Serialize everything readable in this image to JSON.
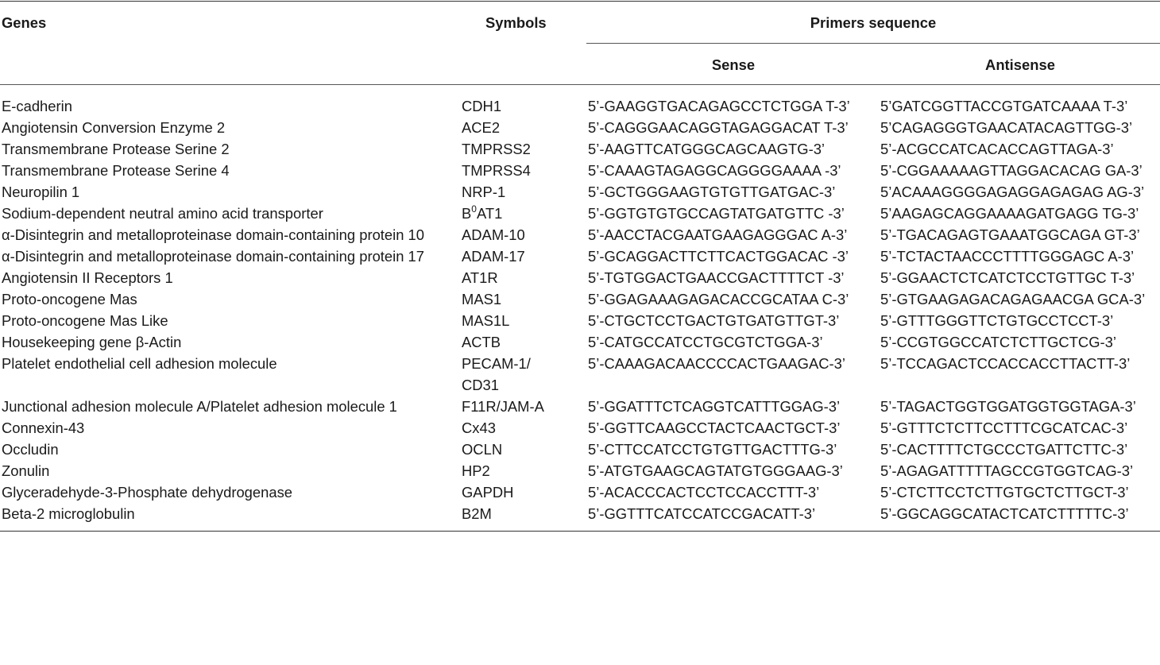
{
  "table": {
    "headers": {
      "genes": "Genes",
      "symbols": "Symbols",
      "primers": "Primers sequence",
      "sense": "Sense",
      "antisense": "Antisense"
    },
    "rows": [
      {
        "gene": "E-cadherin",
        "symbol": "CDH1",
        "sense": "5’-GAAGGTGACAGAGCCTCTGGA T-3’",
        "antisense": "5’GATCGGTTACCGTGATCAAAA T-3’"
      },
      {
        "gene": "Angiotensin Conversion Enzyme 2",
        "symbol": "ACE2",
        "sense": "5’-CAGGGAACAGGTAGAGGACAT T-3’",
        "antisense": "5’CAGAGGGTGAACATACAGTTGG-3’"
      },
      {
        "gene": "Transmembrane Protease Serine 2",
        "symbol": "TMPRSS2",
        "sense": "5’-AAGTTCATGGGCAGCAAGTG-3’",
        "antisense": "5’-ACGCCATCACACCAGTTAGA-3’"
      },
      {
        "gene": "Transmembrane Protease Serine 4",
        "symbol": "TMPRSS4",
        "sense": "5’-CAAAGTAGAGGCAGGGGAAAA -3’",
        "antisense": "5’-CGGAAAAAGTTAGGACACAG GA-3’"
      },
      {
        "gene": "Neuropilin 1",
        "symbol": "NRP-1",
        "sense": "5’-GCTGGGAAGTGTGTTGATGAC-3’",
        "antisense": "5’ACAAAGGGGAGAGGAGAGAG AG-3’"
      },
      {
        "gene": " Sodium-dependent neutral amino acid transporter",
        "symbol": "B",
        "symbol_sup": "0",
        "symbol_rest": "AT1",
        "sense": "5’-GGTGTGTGCCAGTATGATGTTC -3’",
        "antisense": "5’AAGAGCAGGAAAAGATGAGG TG-3’"
      },
      {
        "gene": "α-Disintegrin and metalloproteinase domain-containing protein 10",
        "symbol": "ADAM-10",
        "sense": "5’-AACCTACGAATGAAGAGGGAC A-3’",
        "antisense": "5’-TGACAGAGTGAAATGGCAGA GT-3’"
      },
      {
        "gene": "α-Disintegrin and metalloproteinase domain-containing protein 17",
        "symbol": "ADAM-17",
        "sense": "5’-GCAGGACTTCTTCACTGGACAC -3’",
        "antisense": "5’-TCTACTAACCCTTTTGGGAGC A-3’"
      },
      {
        "gene": "Angiotensin II Receptors 1",
        "symbol": "AT1R",
        "sense": "5’-TGTGGACTGAACCGACTTTTCT -3’",
        "antisense": "5’-GGAACTCTCATCTCCTGTTGC T-3’"
      },
      {
        "gene": "Proto-oncogene Mas",
        "symbol": "MAS1",
        "sense": "5’-GGAGAAAGAGACACCGCATAA C-3’",
        "antisense": "5’-GTGAAGAGACAGAGAACGA GCA-3’"
      },
      {
        "gene": "Proto-oncogene Mas Like",
        "symbol": "MAS1L",
        "sense": "5’-CTGCTCCTGACTGTGATGTTGT-3’",
        "antisense": "5’-GTTTGGGTTCTGTGCCTCCT-3’"
      },
      {
        "gene": "Housekeeping gene β-Actin",
        "symbol": "ACTB",
        "sense": "5’-CATGCCATCCTGCGTCTGGA-3’",
        "antisense": "5’-CCGTGGCCATCTCTTGCTCG-3’"
      },
      {
        "gene": "Platelet endothelial cell adhesion molecule",
        "symbol": "PECAM-1/ CD31",
        "sense": "5’-CAAAGACAACCCCACTGAAGAC-3’",
        "antisense": "5’-TCCAGACTCCACCACCTTACTT-3’"
      },
      {
        "gene": "Junctional adhesion molecule A/Platelet adhesion molecule 1",
        "symbol": "F11R/JAM-A",
        "sense": "5’-GGATTTCTCAGGTCATTTGGAG-3’",
        "antisense": "5’-TAGACTGGTGGATGGTGGTAGA-3’"
      },
      {
        "gene": "Connexin-43",
        "symbol": "Cx43",
        "sense": "5’-GGTTCAAGCCTACTCAACTGCT-3’",
        "antisense": "5’-GTTTCTCTTCCTTTCGCATCAC-3’"
      },
      {
        "gene": "Occludin",
        "symbol": "OCLN",
        "sense": "5’-CTTCCATCCTGTGTTGACTTTG-3’",
        "antisense": "5’-CACTTTTCTGCCCTGATTCTTC-3’"
      },
      {
        "gene": "Zonulin",
        "symbol": "HP2",
        "sense": "5’-ATGTGAAGCAGTATGTGGGAAG-3’",
        "antisense": "5’-AGAGATTTTTAGCCGTGGTCAG-3’"
      },
      {
        "gene": "Glyceradehyde-3-Phosphate dehydrogenase",
        "symbol": "GAPDH",
        "sense": "5’-ACACCCACTCCTCCACCTTT-3’",
        "antisense": "5’-CTCTTCCTCTTGTGCTCTTGCT-3’"
      },
      {
        "gene": "Beta-2 microglobulin",
        "symbol": "B2M",
        "sense": "5’-GGTTTCATCCATCCGACATT-3’",
        "antisense": "5’-GGCAGGCATACTCATCTTTTTC-3’"
      }
    ]
  }
}
